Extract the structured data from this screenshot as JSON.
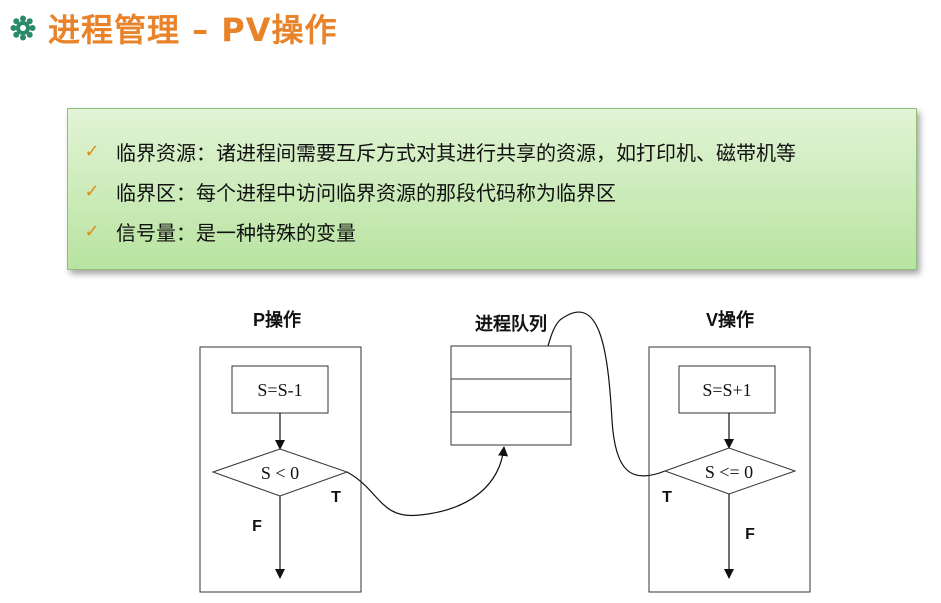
{
  "title": "进程管理 – PV操作",
  "bullets": [
    "临界资源：诸进程间需要互斥方式对其进行共享的资源，如打印机、磁带机等",
    "临界区：每个进程中访问临界资源的那段代码称为临界区",
    "信号量：是一种特殊的变量"
  ],
  "diagram": {
    "p_label": "P操作",
    "p_step": "S=S-1",
    "p_condition": "S < 0",
    "p_true": "T",
    "p_false": "F",
    "queue_label": "进程队列",
    "v_label": "V操作",
    "v_step": "S=S+1",
    "v_condition": "S <= 0",
    "v_true": "T",
    "v_false": "F"
  },
  "colors": {
    "title": "#e8832a",
    "check": "#e08a1a",
    "box_fill_top": "#e2f4d6",
    "box_fill_bottom": "#b8e3a0"
  },
  "icons": {
    "title_icon": "gear-flower-icon",
    "bullet_icon": "check-icon"
  }
}
